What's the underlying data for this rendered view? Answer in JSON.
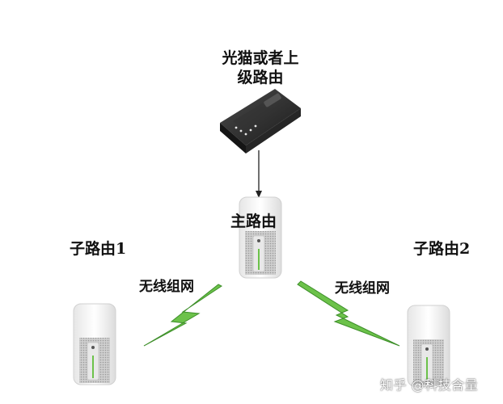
{
  "nodes": {
    "upstream": {
      "label_line1": "光猫或者上",
      "label_line2": "级路由"
    },
    "main_router": {
      "label": "主路由"
    },
    "sub_router_1": {
      "label": "子路由1"
    },
    "sub_router_2": {
      "label": "子路由2"
    }
  },
  "links": {
    "wireless_1": {
      "label": "无线组网"
    },
    "wireless_2": {
      "label": "无线组网"
    }
  },
  "watermark": {
    "text": "知乎 @科技含量"
  },
  "colors": {
    "lightning": "#6cc24a",
    "lightning_edge": "#3e8f2a",
    "modem_body": "#2b2b2b",
    "router_body": "#f4f4f4",
    "router_grille": "#b8b8b8"
  }
}
